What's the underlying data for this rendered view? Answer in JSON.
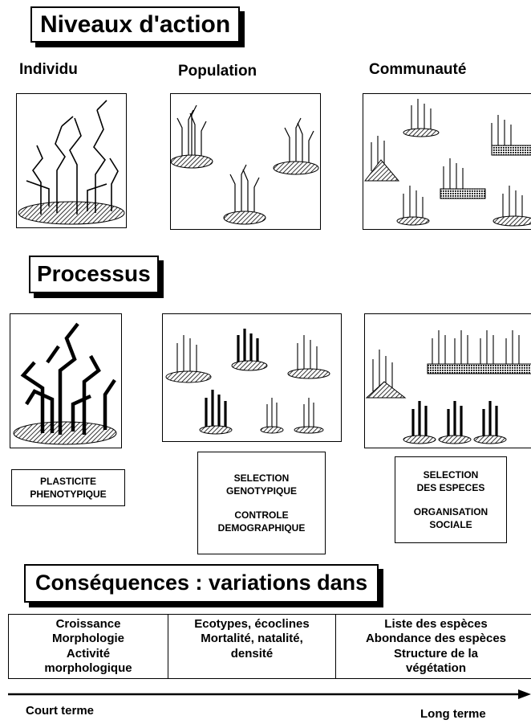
{
  "niveaux": {
    "title": "Niveaux d'action",
    "columns": [
      "Individu",
      "Population",
      "Communauté"
    ]
  },
  "processus": {
    "title": "Processus",
    "boxes": [
      [
        "PLASTICITE",
        "PHENOTYPIQUE"
      ],
      [
        "SELECTION",
        "GENOTYPIQUE",
        "CONTROLE",
        "DEMOGRAPHIQUE"
      ],
      [
        "SELECTION",
        "DES ESPECES",
        "ORGANISATION",
        "SOCIALE"
      ]
    ]
  },
  "consequences": {
    "title": "Conséquences : variations dans",
    "cells": [
      "Croissance\nMorphologie\nActivité\nmorphologique",
      "Ecotypes, écoclines\nMortalité, natalité,\ndensité",
      "Liste des espèces\nAbondance des espèces\nStructure de la\nvégétation"
    ]
  },
  "timeline": {
    "start": "Court terme",
    "end": "Long terme"
  }
}
